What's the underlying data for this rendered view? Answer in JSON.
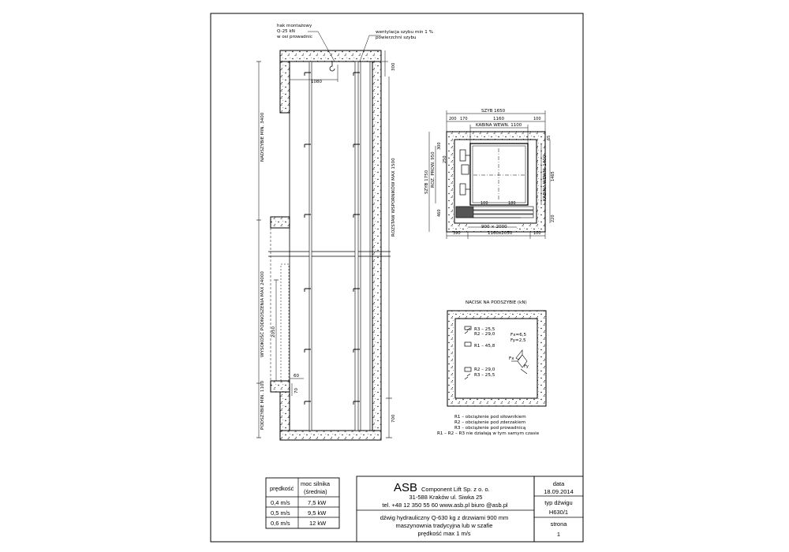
{
  "shaft_section": {
    "note_hook": [
      "hak montażowy",
      "Q-25 kN",
      "w osi prowadnic"
    ],
    "note_vent": [
      "wentylacja szybu min 1 %",
      "powierzchni szybu"
    ],
    "dim_1080": "1080",
    "dim_300": "300",
    "label_headroom": "NADSZYBIE MIN. 3400",
    "label_travel": "WYSOKOŚĆ PODNOSZENIA MAX 24000",
    "label_pit": "PODSZYBIE MIN. 1100",
    "label_stops": "ROZSTAW WSPORNIKÓW MAX 1500",
    "dim_2050": "2050",
    "dim_60": "60",
    "dim_70": "70",
    "dim_700": "700"
  },
  "plan": {
    "szyb_width": "SZYB 1650",
    "d_200": "200",
    "d_170": "170",
    "d_1160": "1160",
    "d_100": "100",
    "cabin_width": "KABINA WEWN. 1100",
    "d_65": "65",
    "szyb_depth": "SZYB 1750",
    "rail_spacing": "ROZ. PROW. 950",
    "d_300": "300",
    "d_250": "250",
    "d_460": "460",
    "cabin_depth": "KABINA WEWN. 1400",
    "d_1465": "1465",
    "d_220": "220",
    "d_100b": "100",
    "d_180": "180",
    "door": "900 × 2000",
    "d_390": "390",
    "opening": "1160x2050",
    "d_100c": "100"
  },
  "pit": {
    "title": "NACISK NA PODSZYBIE (kN)",
    "r3_top": "R3 – 25,5",
    "r2_top": "R2 – 29,0",
    "r1": "R1 – 45,8",
    "r2_bot": "R2 – 29,0",
    "r3_bot": "R3 – 25,5",
    "fx": "Fx=6,5",
    "fy": "Fy=2,5",
    "fx_sym": "Fx",
    "fy_sym": "Fy",
    "legend": [
      "R1 – obciążenie pod siłownikiem",
      "R2 – obciążenie pod zderzakiem",
      "R3 – obciążenie pod prowadnicą",
      "R1 – R2 – R3 nie działają w tym samym czasie"
    ]
  },
  "speed_table": {
    "headers": [
      "prędkość",
      "moc silnika",
      "(średnia)"
    ],
    "rows": [
      [
        "0,4 m/s",
        "7,5 kW"
      ],
      [
        "0,5 m/s",
        "9,5 kW"
      ],
      [
        "0,6 m/s",
        "12 kW"
      ]
    ]
  },
  "title_block": {
    "brand": "ASB",
    "company": "Component Lift Sp. z o. o.",
    "address": "31-588 Kraków ul. Siwka 25",
    "contact": "tel. +48 12 350 55 60 www.asb.pl biuro @asb.pl",
    "desc": [
      "dźwig hydrauliczny Q-630 kg z drzwiami 900 mm",
      "maszynownia tradycyjna lub w szafie",
      "prędkość max 1 m/s"
    ],
    "date_label": "data",
    "date_value": "18.09.2014",
    "type_label": "typ dźwigu",
    "type_value": "H630/1",
    "page_label": "strona",
    "page_value": "1"
  }
}
